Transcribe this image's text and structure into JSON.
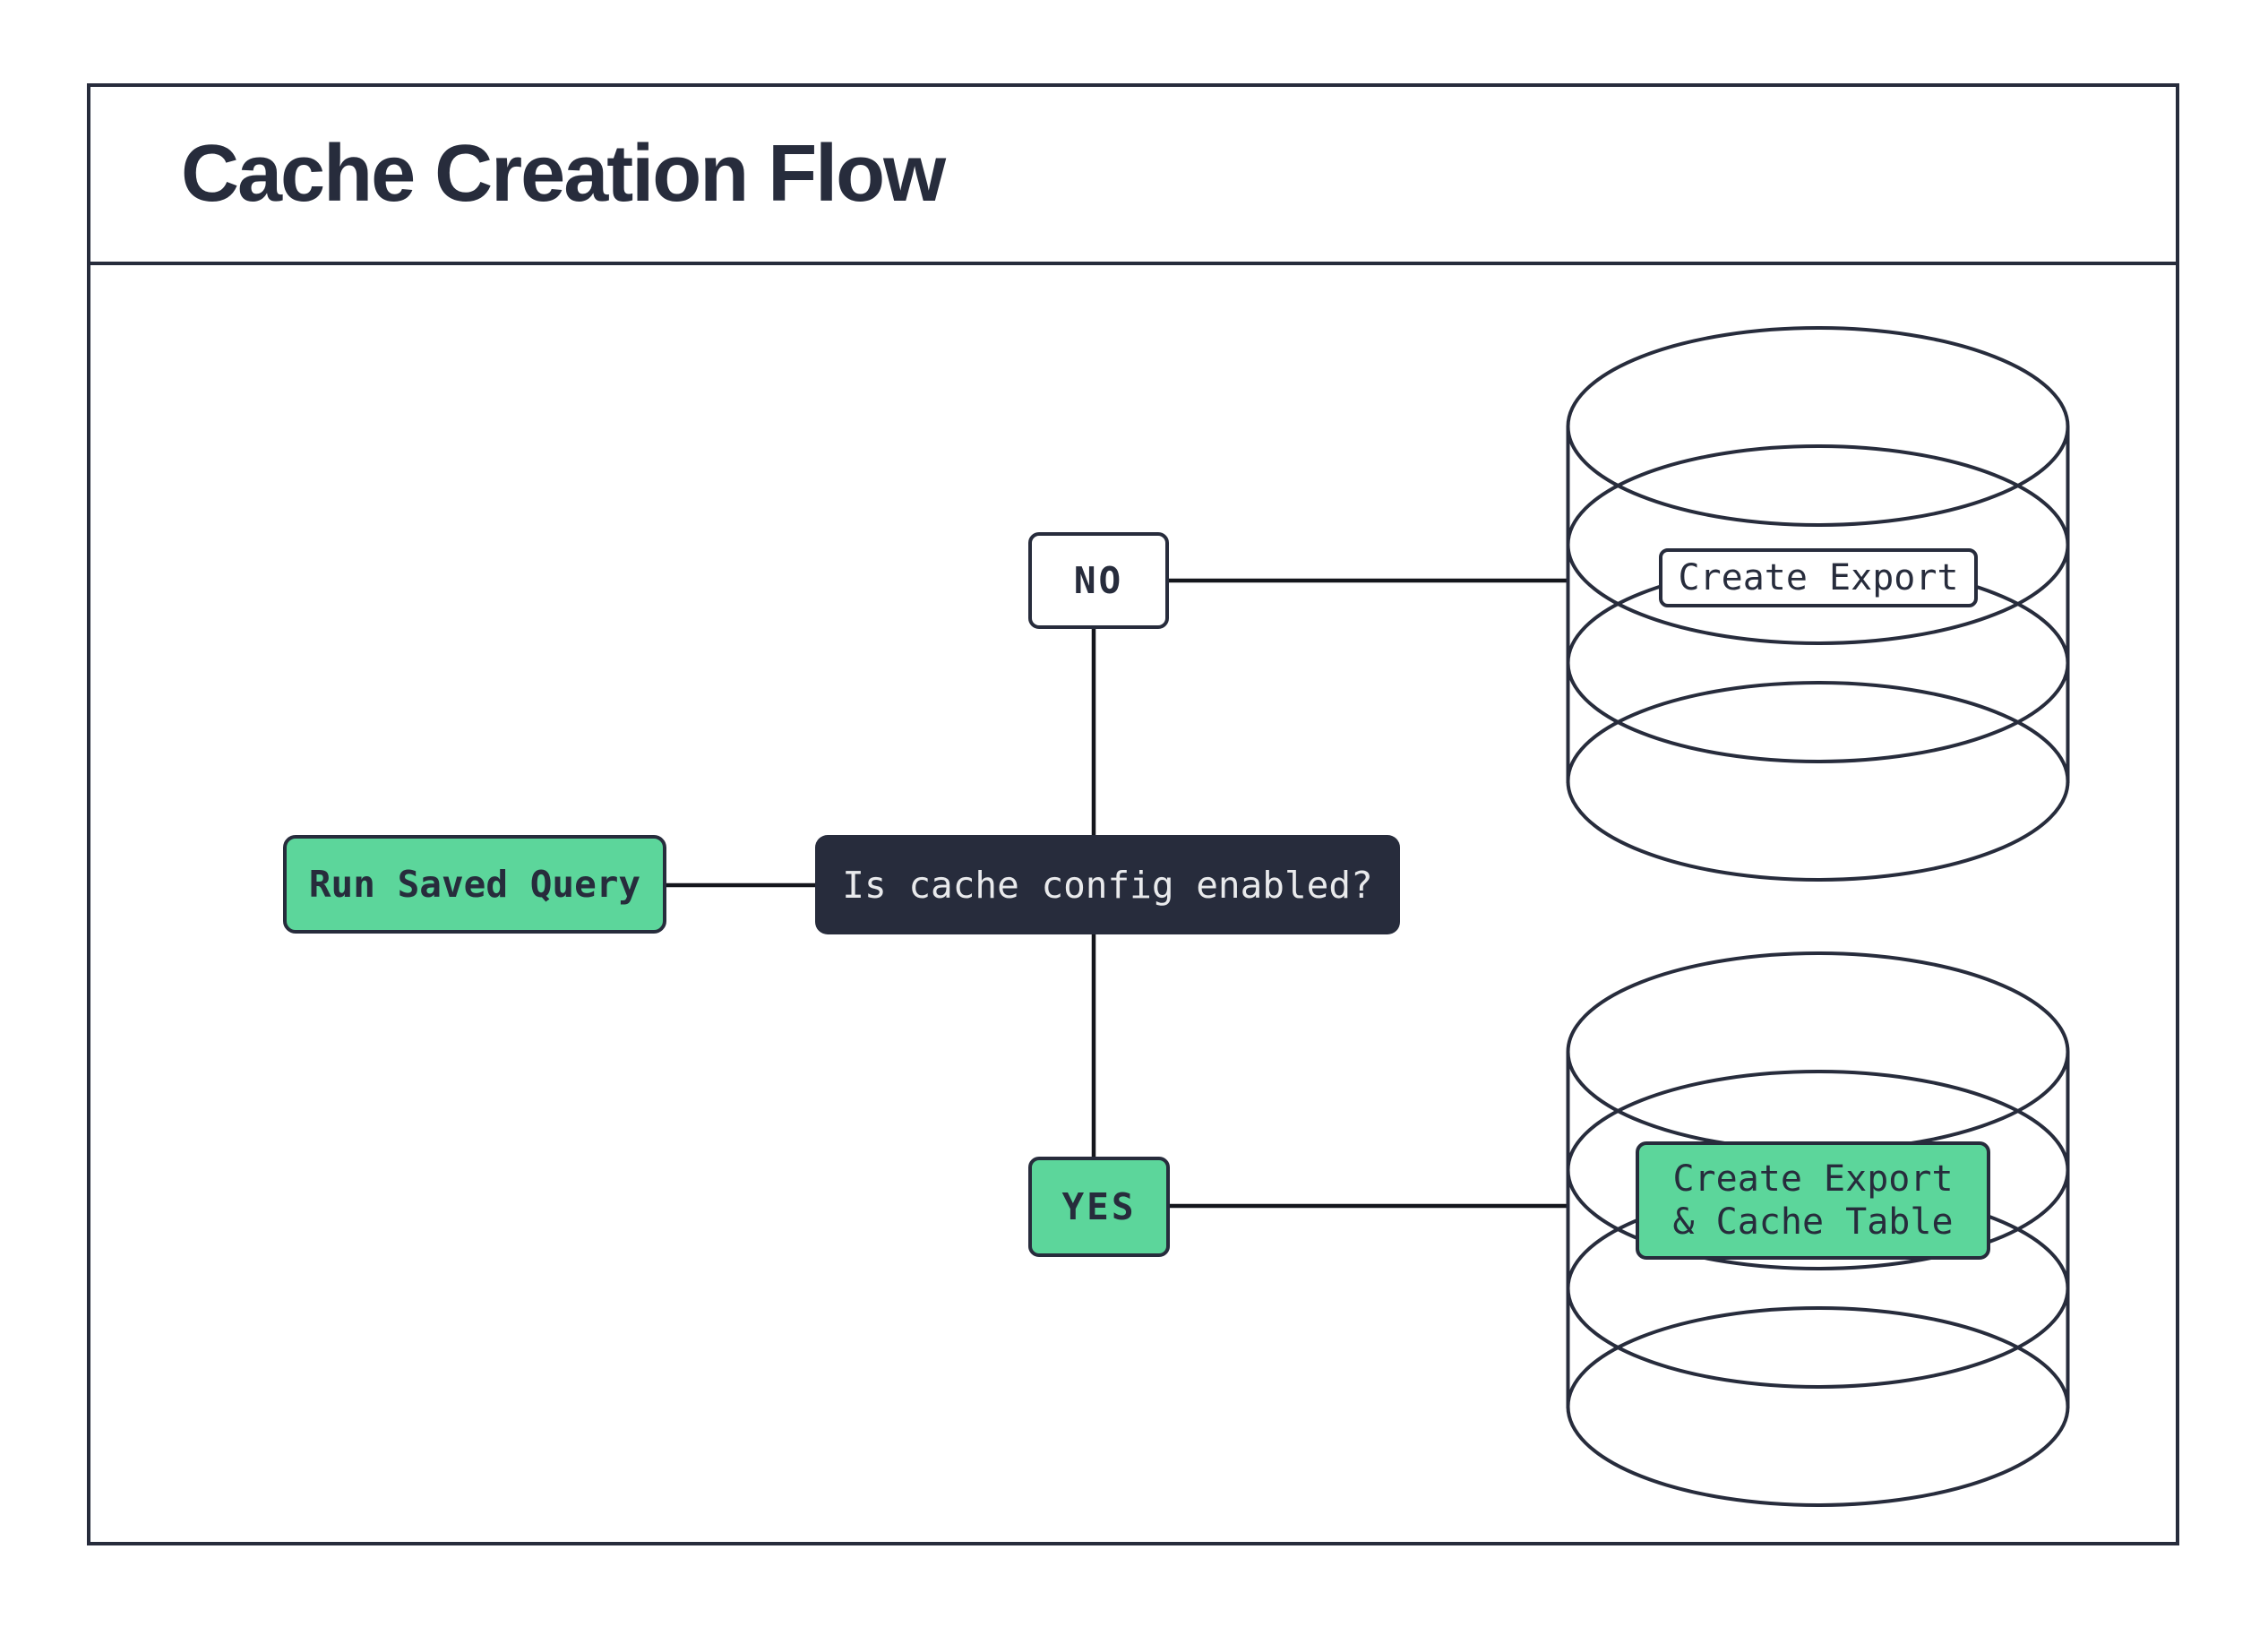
{
  "title": "Cache Creation Flow",
  "colors": {
    "ink": "#272c3c",
    "line": "#14161c",
    "green": "#5cd69b",
    "panel-text": "#e9eaec",
    "bg": "#ffffff"
  },
  "flow": {
    "start": {
      "label": "Run Saved Query"
    },
    "decision": {
      "label": "Is cache config enabled?"
    },
    "branches": {
      "no": {
        "label": "NO",
        "action": {
          "label": "Create Export"
        },
        "target_icon": "database-icon"
      },
      "yes": {
        "label": "YES",
        "action": {
          "label": "Create Export & Cache Table",
          "lines": [
            "Create Export",
            "& Cache Table"
          ]
        },
        "target_icon": "database-icon"
      }
    }
  }
}
